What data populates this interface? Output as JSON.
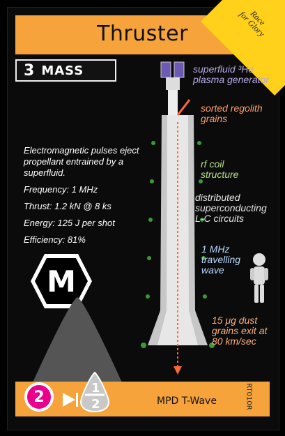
{
  "card": {
    "title": "Thruster",
    "corner_line1": "Race",
    "corner_line2": "for Glory",
    "mass_number": "3",
    "mass_label": "MASS",
    "description": "Electromagnetic pulses eject propellant entrained by a superfluid.",
    "specs": [
      "Frequency: 1 MHz",
      "Thrust: 1.2 kN @ 8 ks",
      "Energy: 125 J per shot",
      "Efficiency: 81%"
    ],
    "icon_letter": "M",
    "bottom_title": "MPD T-Wave",
    "code": "RT010R",
    "badge_number": "2",
    "fraction_top": "1",
    "fraction_bottom": "2"
  },
  "labels": {
    "plasma_line1": "superfluid ³He",
    "plasma_line2": "plasma generator",
    "regolith_line1": "sorted regolith",
    "regolith_line2": "grains",
    "rf_line1": "rf coil",
    "rf_line2": "structure",
    "dist_line1": "distributed",
    "dist_line2": "superconducting",
    "dist_line3": "L-C circuits",
    "wave_line1": "1 MHz",
    "wave_line2": "travelling",
    "wave_line3": "wave",
    "dust_line1": "15 μg dust",
    "dust_line2": "grains exit at",
    "dust_line3": "80 km/sec"
  },
  "colors": {
    "title_bar": "#f6a33b",
    "corner": "#ffd11a",
    "badge_pink": "#ea008c"
  },
  "icons": {
    "corner": "race-for-glory-badge",
    "hex": "hexagon-m-icon",
    "play": "play-arrow-icon",
    "astronaut": "astronaut-icon"
  }
}
